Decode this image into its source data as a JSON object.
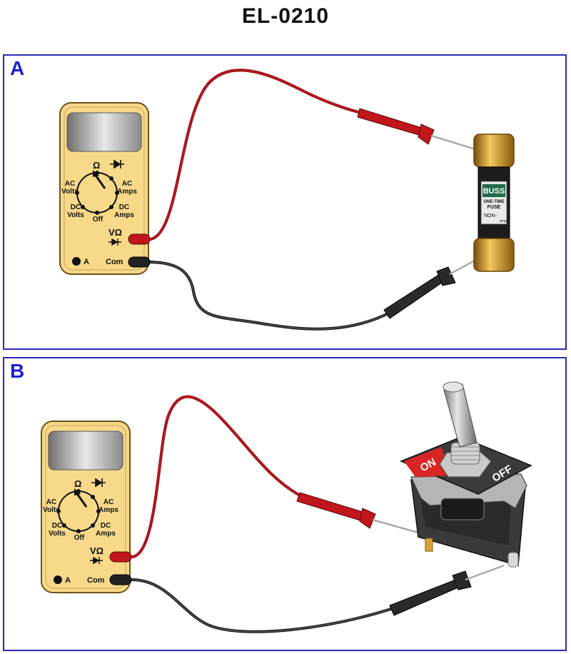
{
  "title": "EL-0210",
  "panels": [
    {
      "label": "A",
      "component": "fuse"
    },
    {
      "label": "B",
      "component": "toggle switch"
    }
  ],
  "meter": {
    "ohm": "Ω",
    "ac": "AC",
    "volts": "Volts",
    "amps": "Amps",
    "dc": "DC",
    "off": "Off",
    "vohm": "VΩ",
    "a_jack": "A",
    "com_jack": "Com"
  },
  "fuse": {
    "brand": "BUSS",
    "line1": "ONE-TIME",
    "line2": "FUSE",
    "line3": "NON-",
    "line4": "amp"
  },
  "toggle": {
    "on": "ON",
    "off": "OFF"
  },
  "colors": {
    "frame": "#2b2bb8",
    "label": "#1f1fd0",
    "meter_body": "#f7d98a",
    "red_lead": "#c0161c",
    "black_lead": "#222222",
    "fuse_cap": "#d9a42a",
    "switch_red": "#d92525"
  }
}
